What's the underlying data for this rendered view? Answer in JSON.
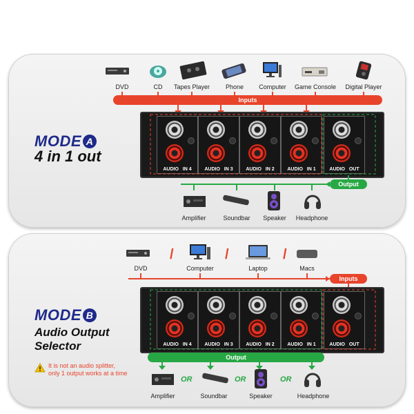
{
  "modeA": {
    "mode_label": "MODE",
    "mode_letter": "A",
    "description": "4 in 1 out",
    "inputs_label": "Inputs",
    "output_label": "Output",
    "sources": [
      "DVD",
      "CD",
      "Tapes Player",
      "Phone",
      "Computer",
      "Game Console",
      "Digital Player"
    ],
    "outputs": [
      "Amplifier",
      "Soundbar",
      "Speaker",
      "Headphone"
    ],
    "ports": [
      "AUDIO",
      "IN 4",
      "AUDIO",
      "IN 3",
      "AUDIO",
      "IN 2",
      "AUDIO",
      "IN 1",
      "AUDIO",
      "OUT"
    ]
  },
  "modeB": {
    "mode_label": "MODE",
    "mode_letter": "B",
    "description_line1": "Audio Output",
    "description_line2": "Selector",
    "inputs_label": "Inputs",
    "output_label": "Output",
    "sources": [
      "DVD",
      "Computer",
      "Laptop",
      "Macs"
    ],
    "outputs": [
      "Amplifier",
      "Soundbar",
      "Speaker",
      "Headphone"
    ],
    "or_label": "OR",
    "warning_line1": "It is not an audio splitter,",
    "warning_line2": "only 1 output works at a time",
    "ports": [
      "AUDIO",
      "IN 4",
      "AUDIO",
      "IN 3",
      "AUDIO",
      "IN 2",
      "AUDIO",
      "IN 1",
      "AUDIO",
      "OUT"
    ]
  },
  "colors": {
    "accent_red": "#e8442c",
    "accent_green": "#27a844",
    "mode_blue": "#1e2a8a"
  }
}
